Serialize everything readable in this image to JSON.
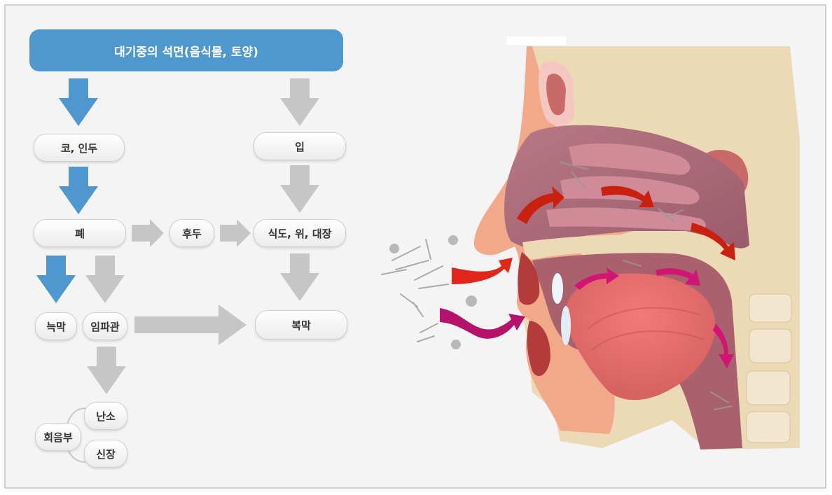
{
  "flow": {
    "source": "대기중의 석면(음식물, 토양)",
    "nose": "코, 인두",
    "mouth": "입",
    "lung": "폐",
    "larynx": "후두",
    "gi_tract": "식도, 위, 대장",
    "pleura": "늑막",
    "lymph": "임파관",
    "peritoneum": "복막",
    "ovary": "난소",
    "perineum": "회음부",
    "kidney": "신장"
  },
  "colors": {
    "header": "#4f97cf",
    "inhale_arrow": "#4f97cf",
    "ingest_arrow": "#c6c6c6",
    "air_flow": "#d11f10",
    "food_flow": "#b5136b"
  }
}
